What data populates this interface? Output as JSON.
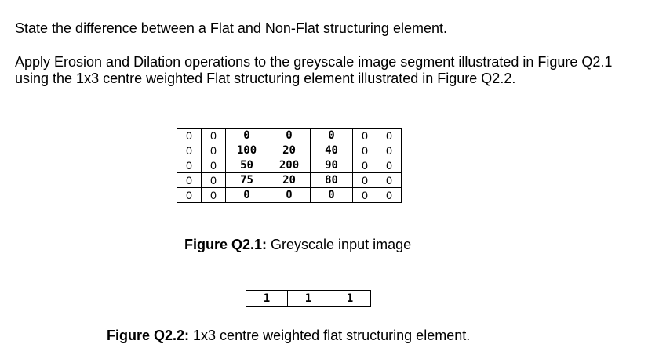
{
  "question": {
    "line1": "State the difference between a Flat and Non-Flat structuring element.",
    "line2": "Apply Erosion and Dilation operations to the greyscale image segment illustrated in Figure Q2.1 using the 1x3 centre weighted Flat structuring element illustrated in Figure Q2.2."
  },
  "figure1": {
    "label": "Figure Q2.1:",
    "caption": " Greyscale input image",
    "rows": [
      [
        "0",
        "0",
        "0",
        "0",
        "0",
        "0",
        "0"
      ],
      [
        "0",
        "0",
        "100",
        "20",
        "40",
        "0",
        "0"
      ],
      [
        "0",
        "0",
        "50",
        "200",
        "90",
        "0",
        "0"
      ],
      [
        "0",
        "0",
        "75",
        "20",
        "80",
        "0",
        "0"
      ],
      [
        "0",
        "0",
        "0",
        "0",
        "0",
        "0",
        "0"
      ]
    ]
  },
  "figure2": {
    "label": "Figure Q2.2:",
    "caption": " 1x3 centre weighted flat structuring element.",
    "values": [
      "1",
      "1",
      "1"
    ]
  }
}
